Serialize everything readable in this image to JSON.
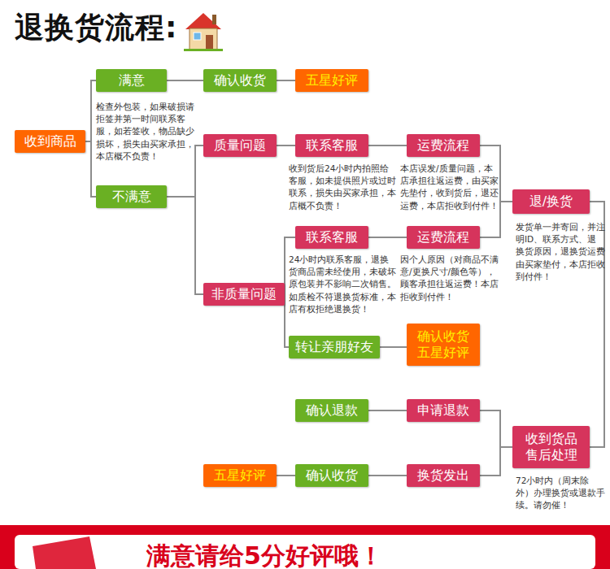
{
  "diagram": {
    "title": "退换货流程:",
    "nodes": [
      {
        "text": [
          "收到商品"
        ]
      },
      {
        "text": [
          "满意"
        ]
      },
      {
        "text": [
          "确认收货"
        ]
      },
      {
        "text": [
          "五星好评"
        ]
      },
      {
        "text": [
          "不满意"
        ]
      },
      {
        "text": [
          "质量问题"
        ]
      },
      {
        "text": [
          "联系客服"
        ]
      },
      {
        "text": [
          "运费流程"
        ]
      },
      {
        "text": [
          "非质量问题"
        ]
      },
      {
        "text": [
          "联系客服"
        ]
      },
      {
        "text": [
          "运费流程"
        ]
      },
      {
        "text": [
          "转让亲朋好友"
        ]
      },
      {
        "text": [
          "确认收货 五星好评"
        ]
      },
      {
        "text": [
          "退/换货"
        ]
      },
      {
        "text": [
          "确认退款"
        ]
      },
      {
        "text": [
          "申请退款"
        ]
      },
      {
        "text": [
          "收到货品 售后处理"
        ]
      },
      {
        "text": [
          "五星好评"
        ]
      },
      {
        "text": [
          "确认收货"
        ]
      },
      {
        "text": [
          "换货发出"
        ]
      }
    ],
    "edges": [
      {
        "from": 0,
        "to": 1,
        "arrow": "none"
      },
      {
        "from": 0,
        "to": 4,
        "arrow": "none"
      },
      {
        "from": 1,
        "to": 2,
        "arrow": "none"
      },
      {
        "from": 2,
        "to": 3,
        "arrow": "none"
      },
      {
        "from": 4,
        "to": 5,
        "arrow": "none"
      },
      {
        "from": 4,
        "to": 8,
        "arrow": "none"
      },
      {
        "from": 5,
        "to": 6,
        "arrow": "none"
      },
      {
        "from": 6,
        "to": 7,
        "arrow": "none"
      },
      {
        "from": 7,
        "to": 13,
        "arrow": "none"
      },
      {
        "from": 8,
        "to": 9,
        "arrow": "none"
      },
      {
        "from": 8,
        "to": 11,
        "arrow": "none"
      },
      {
        "from": 9,
        "to": 10,
        "arrow": "none"
      },
      {
        "from": 10,
        "to": 13,
        "arrow": "none"
      },
      {
        "from": 11,
        "to": 12,
        "arrow": "none"
      },
      {
        "from": 13,
        "to": 16,
        "arrow": "none"
      },
      {
        "from": 16,
        "to": 15,
        "arrow": "none"
      },
      {
        "from": 16,
        "to": 19,
        "arrow": "none"
      },
      {
        "from": 15,
        "to": 14,
        "arrow": "none"
      },
      {
        "from": 19,
        "to": 18,
        "arrow": "none"
      },
      {
        "from": 18,
        "to": 17,
        "arrow": "none"
      }
    ],
    "labels": [
      "检查外包装，如果破损请拒签并第一时间联系客服，如若签收，物品缺少损坏，损失由买家承担，本店概不负责！",
      "收到货后24小时内拍照给客服，如未提供照片或过时联系，损失由买家承担，本店概不负责！",
      "本店误发/质量问题，本店承担往返运费，由买家先垫付，收到货后，退还运费，本店拒收到付件！",
      "24小时内联系客服，退换货商品需未经使用，未破坏原包装并不影响二次销售。如质检不符退换货标准，本店有权拒绝退换货！",
      "因个人原因（对商品不满意/更换尺寸/颜色等），顾客承担往返运费！本店拒收到付件！",
      "发货单一并寄回，并注明ID、联系方式、退换货原因，退换货运费由买家垫付，本店拒收到付件！",
      "72小时内（周末除外）办理换货或退款手续。请勿催！",
      "满意请给5分好评哦！"
    ]
  }
}
